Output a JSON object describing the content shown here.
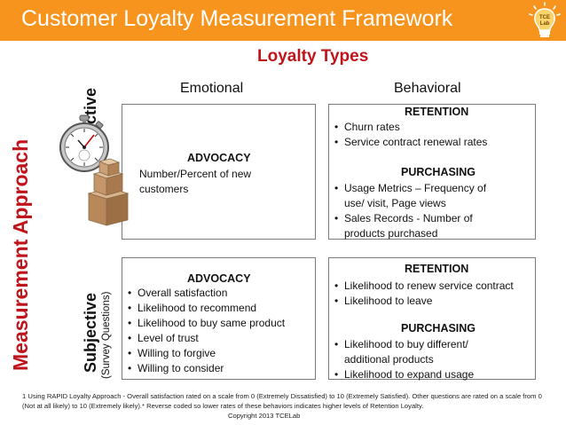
{
  "header": {
    "title": "Customer Loyalty Measurement Framework",
    "logo_text": "TCE Lab",
    "accent_color": "#f7941d",
    "red_color": "#c0141b"
  },
  "diagram": {
    "heading": "Loyalty Types",
    "columns": [
      "Emotional",
      "Behavioral"
    ],
    "row_axis_label": "Measurement Approach",
    "rows": [
      {
        "label": "Objective",
        "sublabel": ""
      },
      {
        "label": "Subjective",
        "sublabel": "(Survey Questions)"
      }
    ],
    "cells": {
      "objective_emotional": {
        "heading": "ADVOCACY",
        "text": "Number/Percent of new customers"
      },
      "objective_behavioral": {
        "heading1": "RETENTION",
        "items1": [
          "Churn rates",
          "Service contract renewal rates"
        ],
        "heading2": "PURCHASING",
        "items2": [
          "Usage Metrics – Frequency of use/ visit, Page views",
          "Sales Records - Number of products purchased"
        ]
      },
      "subjective_emotional": {
        "heading": "ADVOCACY",
        "items": [
          "Overall satisfaction",
          "Likelihood to recommend",
          "Likelihood to buy same product",
          "Level of trust",
          "Willing to forgive",
          "Willing to consider"
        ]
      },
      "subjective_behavioral": {
        "heading1": "RETENTION",
        "items1": [
          "Likelihood to renew service contract",
          "Likelihood to leave"
        ],
        "heading2": "PURCHASING",
        "items2": [
          "Likelihood to buy different/ additional products",
          "Likelihood to expand usage"
        ]
      }
    }
  },
  "footnote": {
    "text": "1 Using RAPID Loyalty Approach - Overall satisfaction rated on a scale from 0 (Extremely Dissatisfied) to 10 (Extremely Satisfied). Other questions are rated on a scale from 0 (Not at all likely) to 10 (Extremely likely).* Reverse coded so lower rates of these behaviors indicates higher levels of Retention Loyalty.",
    "copyright": "Copyright 2013 TCELab"
  },
  "icons": [
    "lightbulb-icon",
    "stopwatch-icon",
    "cardboard-boxes-icon"
  ]
}
